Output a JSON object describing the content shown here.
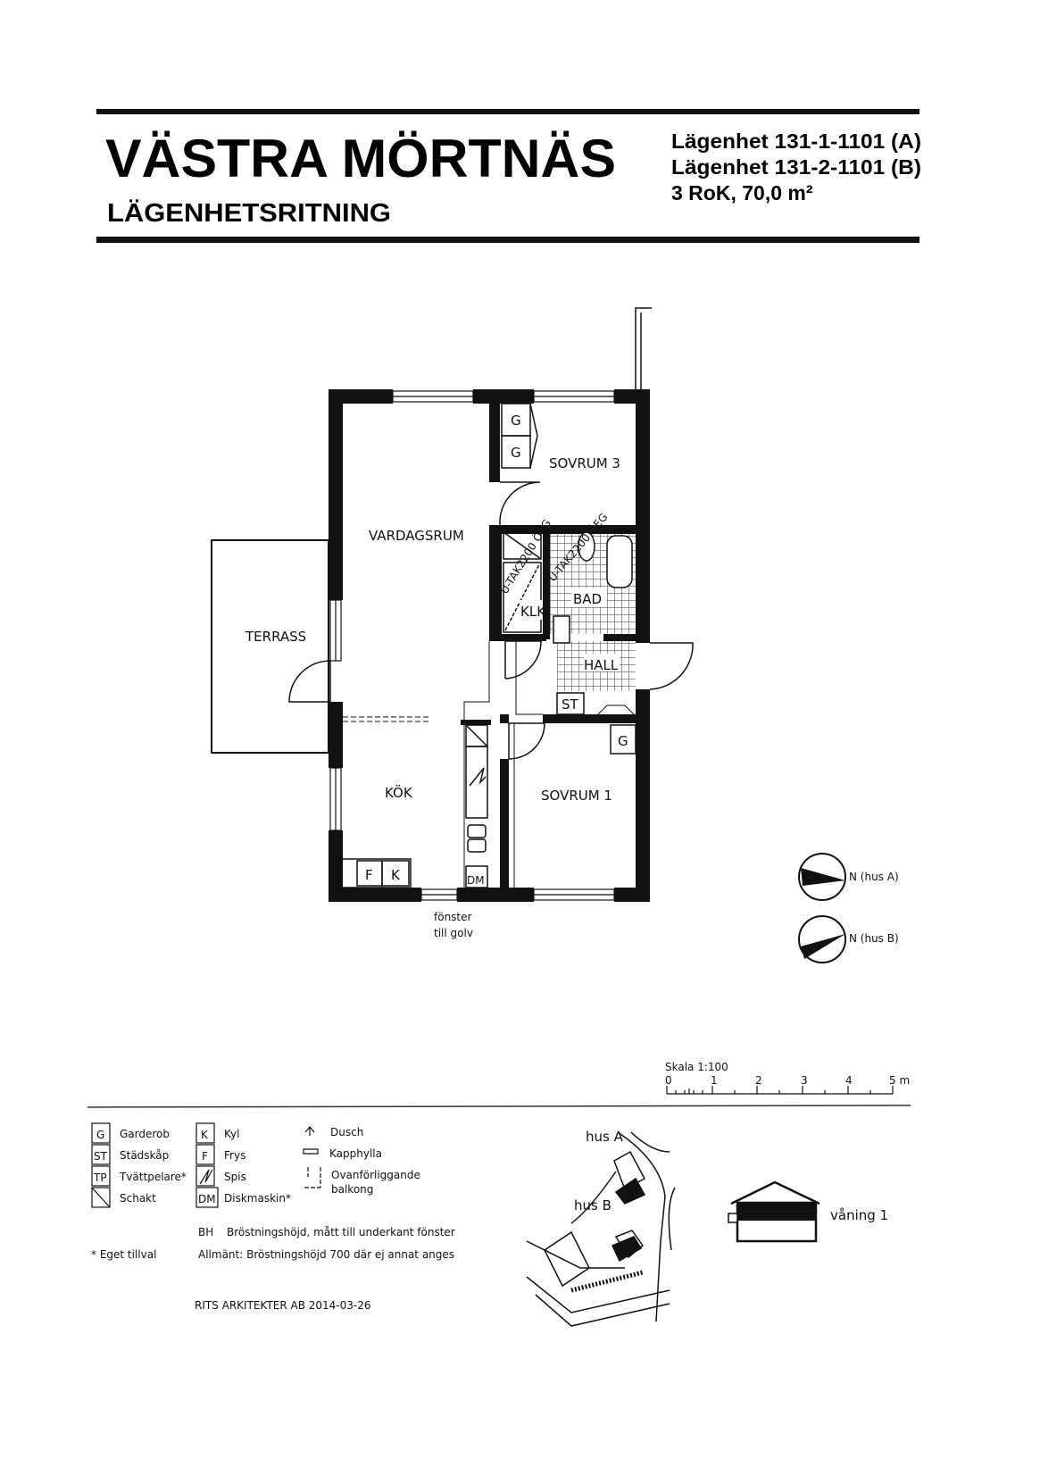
{
  "header": {
    "title": "VÄSTRA MÖRTNÄS",
    "subtitle": "LÄGENHETSRITNING",
    "apartment_a": "Lägenhet 131-1-1101 (A)",
    "apartment_b": "Lägenhet 131-2-1101 (B)",
    "size": "3 RoK, 70,0 m²"
  },
  "rooms": {
    "vardagsrum": "VARDAGSRUM",
    "sovrum3": "SOVRUM 3",
    "sovrum1": "SOVRUM 1",
    "terrass": "TERRASS",
    "kok": "KÖK",
    "bad": "BAD",
    "klk": "KLK",
    "hall": "HALL",
    "st": "ST",
    "g": "G",
    "f": "F",
    "k": "K",
    "dm": "DM",
    "tak1": "U-TAK2200 ÖEG",
    "tak2": "U-TAK2200 ÖEG",
    "window_note_1": "fönster",
    "window_note_2": "till golv"
  },
  "compass": {
    "a": "N (hus A)",
    "b": "N (hus B)"
  },
  "scale": {
    "label": "Skala 1:100",
    "ticks": [
      "0",
      "1",
      "2",
      "3",
      "4",
      "5 m"
    ]
  },
  "legend": {
    "col1": [
      {
        "code": "G",
        "text": "Garderob"
      },
      {
        "code": "ST",
        "text": "Städskåp"
      },
      {
        "code": "TP",
        "text": "Tvättpelare*"
      },
      {
        "code": "",
        "text": "Schakt"
      }
    ],
    "col2": [
      {
        "code": "K",
        "text": "Kyl"
      },
      {
        "code": "F",
        "text": "Frys"
      },
      {
        "code": "",
        "text": "Spis"
      },
      {
        "code": "DM",
        "text": "Diskmaskin*"
      }
    ],
    "col3": [
      {
        "text": "Dusch"
      },
      {
        "text": "Kapphylla"
      },
      {
        "text": "Ovanförliggande"
      },
      {
        "text": "balkong"
      }
    ],
    "bh": "BH",
    "bh_text": "Bröstningshöjd, mått till underkant fönster",
    "general": "Allmänt: Bröstningshöjd 700 där ej annat anges",
    "optional": "* Eget tillval"
  },
  "site": {
    "hus_a": "hus A",
    "hus_b": "hus B",
    "floor": "våning 1"
  },
  "footer": "RITS ARKITEKTER AB 2014-03-26"
}
